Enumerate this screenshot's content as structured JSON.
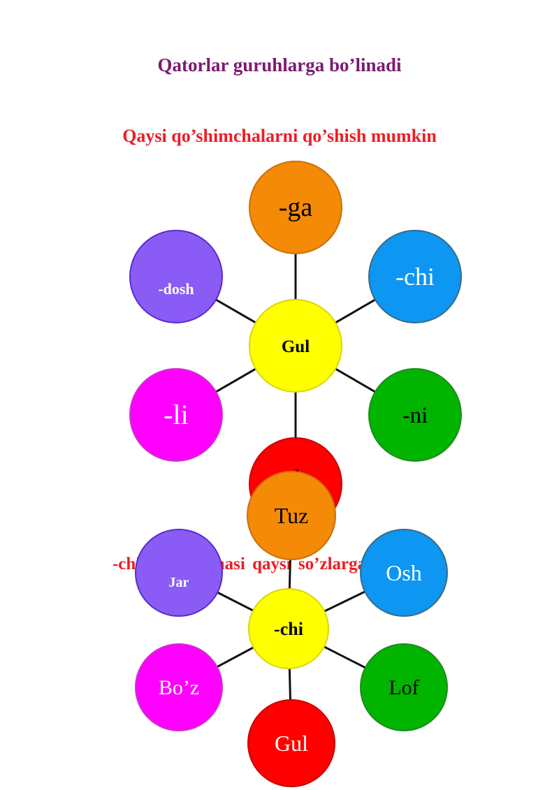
{
  "page": {
    "title": "Qatorlar guruhlarga bo’linadi",
    "subtitle1": "Qaysi qo’shimchalarni qo’shish mumkin",
    "subtitle2": "-chi qo’shimchasi  qaysi so’zlarga qo’shiladi"
  },
  "diagram1": {
    "center": {
      "label": "Gul",
      "color": "#ffff00"
    },
    "nodes": [
      {
        "id": "top",
        "label": "-ga",
        "color": "#f58a07"
      },
      {
        "id": "upper-right",
        "label": "-chi",
        "color": "#0d96f2"
      },
      {
        "id": "lower-right",
        "label": "-ni",
        "color": "#00b400"
      },
      {
        "id": "bottom",
        "label": "-da",
        "color": "#ff0000"
      },
      {
        "id": "lower-left",
        "label": "-li",
        "color": "#ff00ff"
      },
      {
        "id": "upper-left",
        "label": "-dosh",
        "color": "#8a5cf5"
      }
    ]
  },
  "diagram2": {
    "center": {
      "label": "-chi",
      "color": "#ffff00"
    },
    "nodes": [
      {
        "id": "top",
        "label": "Tuz",
        "color": "#f58a07"
      },
      {
        "id": "upper-right",
        "label": "Osh",
        "color": "#0d96f2"
      },
      {
        "id": "lower-right",
        "label": "Lof",
        "color": "#00b400"
      },
      {
        "id": "bottom",
        "label": "Gul",
        "color": "#ff0000"
      },
      {
        "id": "lower-left",
        "label": "Bo’z",
        "color": "#ff00ff"
      },
      {
        "id": "upper-left",
        "label": "Jar",
        "color": "#8a5cf5"
      }
    ]
  }
}
